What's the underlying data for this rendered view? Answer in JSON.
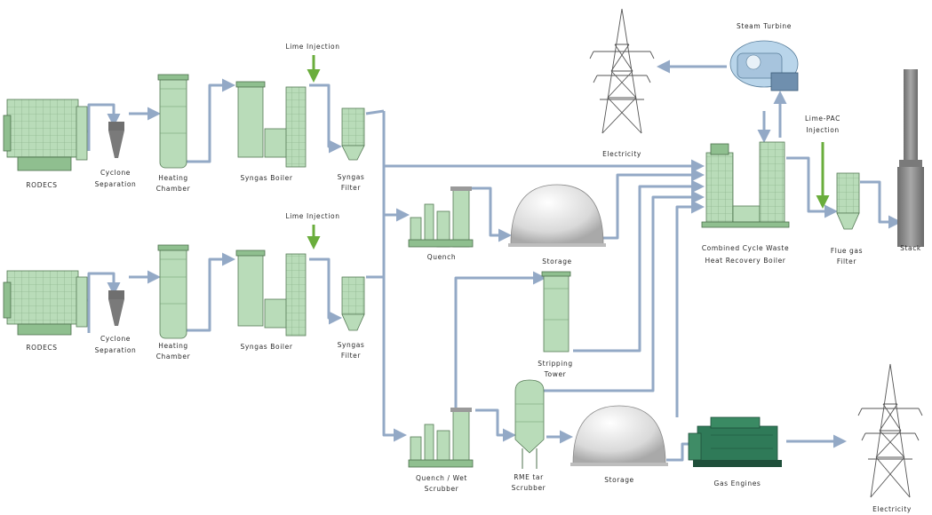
{
  "labels": {
    "rodecs_1": "RODECS",
    "cyclone_1": [
      "Cyclone",
      "Separation"
    ],
    "heating_1": [
      "Heating",
      "Chamber"
    ],
    "syngas_boiler_1": "Syngas Boiler",
    "syngas_filter_1": [
      "Syngas",
      "Filter"
    ],
    "lime_injection_1": "Lime Injection",
    "rodecs_2": "RODECS",
    "cyclone_2": [
      "Cyclone",
      "Separation"
    ],
    "heating_2": [
      "Heating",
      "Chamber"
    ],
    "syngas_boiler_2": "Syngas Boiler",
    "syngas_filter_2": [
      "Syngas",
      "Filter"
    ],
    "lime_injection_2": "Lime Injection",
    "quench": "Quench",
    "storage_1": "Storage",
    "stripping_tower": [
      "Stripping",
      "Tower"
    ],
    "quench_wet_scrubber": [
      "Quench / Wet",
      "Scrubber"
    ],
    "rme_scrubber": [
      "RME tar",
      "Scrubber"
    ],
    "storage_2": "Storage",
    "gas_engines": "Gas Engines",
    "electricity_1": "Electricity",
    "electricity_2": "Electricity",
    "steam_turbine": "Steam Turbine",
    "lime_pac": [
      "Lime-PAC",
      "Injection"
    ],
    "combined_cycle": [
      "Combined Cycle Waste",
      "Heat Recovery Boiler"
    ],
    "flue_gas_filter": [
      "Flue gas",
      "Filter"
    ],
    "stack": "Stack"
  },
  "colors": {
    "pipe": "#93a9c6",
    "equipment": "#b9dcb9",
    "injection_arrow": "#6aad3c",
    "tank": "#e6e6e6",
    "stack": "#8c8c8c"
  }
}
